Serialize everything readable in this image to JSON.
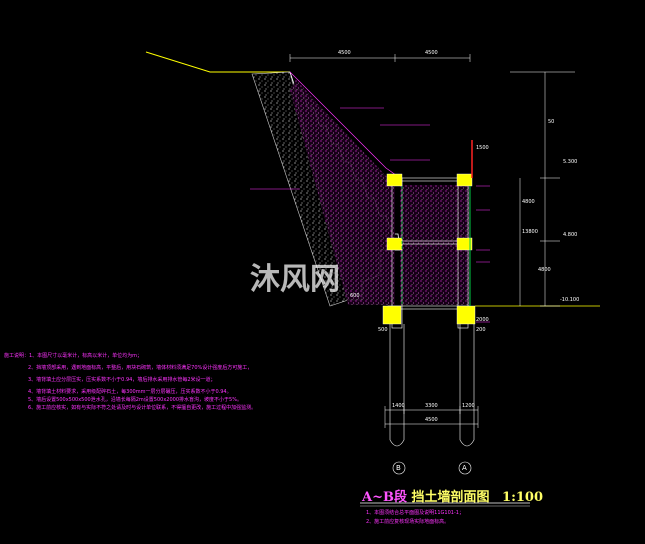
{
  "drawing": {
    "title_prefix": "A~B段",
    "title_main": "挡土墙剖面图",
    "scale": "1:100",
    "watermark": "沐风网",
    "axis_a": "A",
    "axis_b": "B",
    "colors": {
      "background": "#000000",
      "annotation": "#ff33ff",
      "dimension": "#ffffff",
      "accent_yellow": "#ffff00",
      "accent_green": "#00cc44"
    }
  },
  "dimensions": {
    "top_left": "4500",
    "top_right": "4500",
    "bottom_span": "4500",
    "bottom_1400": "1400",
    "bottom_3300": "3300",
    "bottom_1200": "1200",
    "right_1500": "1500",
    "right_4800": "4800",
    "right_4800b": "4800",
    "right_13800": "13800",
    "elev_top": "50",
    "elev_mid": "5.300",
    "elev_mid2": "4.800",
    "elev_bot": "-10.100",
    "left_600": "600",
    "left_500": "500",
    "left_2000": "2000",
    "right_200": "200"
  },
  "notes": {
    "heading": "施工说明：1、本图尺寸以毫米计，标高以米计，单位均为m；",
    "lines": [
      "2、挡墙顶部采用，遇到地面标高，平整后，用块石砌筑，墙体材料须满足70%设计强度后方可施工，",
      "3、墙背填土应分层压实，压实系数不小于0.94，墙后排水采用排水管每2米设一道；",
      "4、墙背填土材料要求，采用级配碎石土，每300mm一层分层碾压，压实系数不小于0.94。",
      "5、墙后设置500x500x500泄水孔，沿墙长每隔2m设置500x2000排水盲沟，坡度不小于5%。",
      "6、施工前应核实，如有与实际不符之处请及时与设计单位联系，不得擅自更改，施工过程中加强监测。"
    ],
    "footer": [
      "1、本图须结合总平面图及说明11G101-1；",
      "2、施工前应复核现场实际地面标高。"
    ]
  }
}
